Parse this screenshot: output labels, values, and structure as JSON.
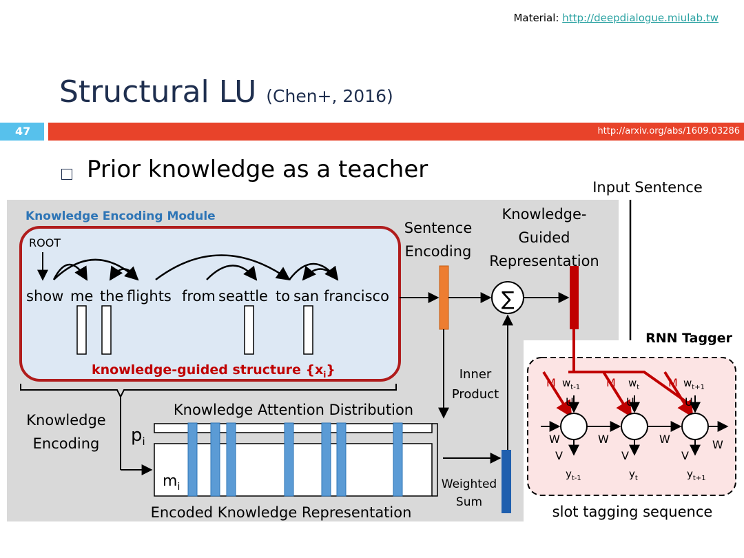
{
  "header": {
    "material_label": "Material: ",
    "material_link": "http://deepdialogue.miulab.tw",
    "title": "Structural LU",
    "title_citation": "(Chen+, 2016)",
    "slide_number": "47",
    "arxiv_link": "http://arxiv.org/abs/1609.03286"
  },
  "bullet": "Prior knowledge as a teacher",
  "figure": {
    "module_title": "Knowledge Encoding Module",
    "root": "ROOT",
    "words": [
      "show",
      "me",
      "the",
      "flights",
      "from",
      "seattle",
      "to",
      "san",
      "francisco"
    ],
    "structure_label": "knowledge-guided structure {x",
    "structure_sub": "i",
    "structure_end": "}",
    "knowledge_encoding": [
      "Knowledge",
      "Encoding"
    ],
    "sentence_encoding": [
      "Sentence",
      "Encoding"
    ],
    "kg_representation": [
      "Knowledge-",
      "Guided",
      "Representation"
    ],
    "sigma": "∑",
    "input_sentence": "Input Sentence",
    "rnn_tagger": "RNN Tagger",
    "inner_product": [
      "Inner",
      "Product"
    ],
    "attention_title": "Knowledge Attention Distribution",
    "p": "p",
    "p_sub": "i",
    "m": "m",
    "m_sub": "i",
    "weighted_sum": [
      "Weighted",
      "Sum"
    ],
    "encoded_repr": "Encoded Knowledge Representation",
    "slot_tagging": "slot tagging sequence",
    "rnn_labels": {
      "M": "M",
      "U": "U",
      "W": "W",
      "V": "V",
      "w": "w",
      "y": "y",
      "t_minus": "t-1",
      "t": "t",
      "t_plus": "t+1"
    }
  }
}
